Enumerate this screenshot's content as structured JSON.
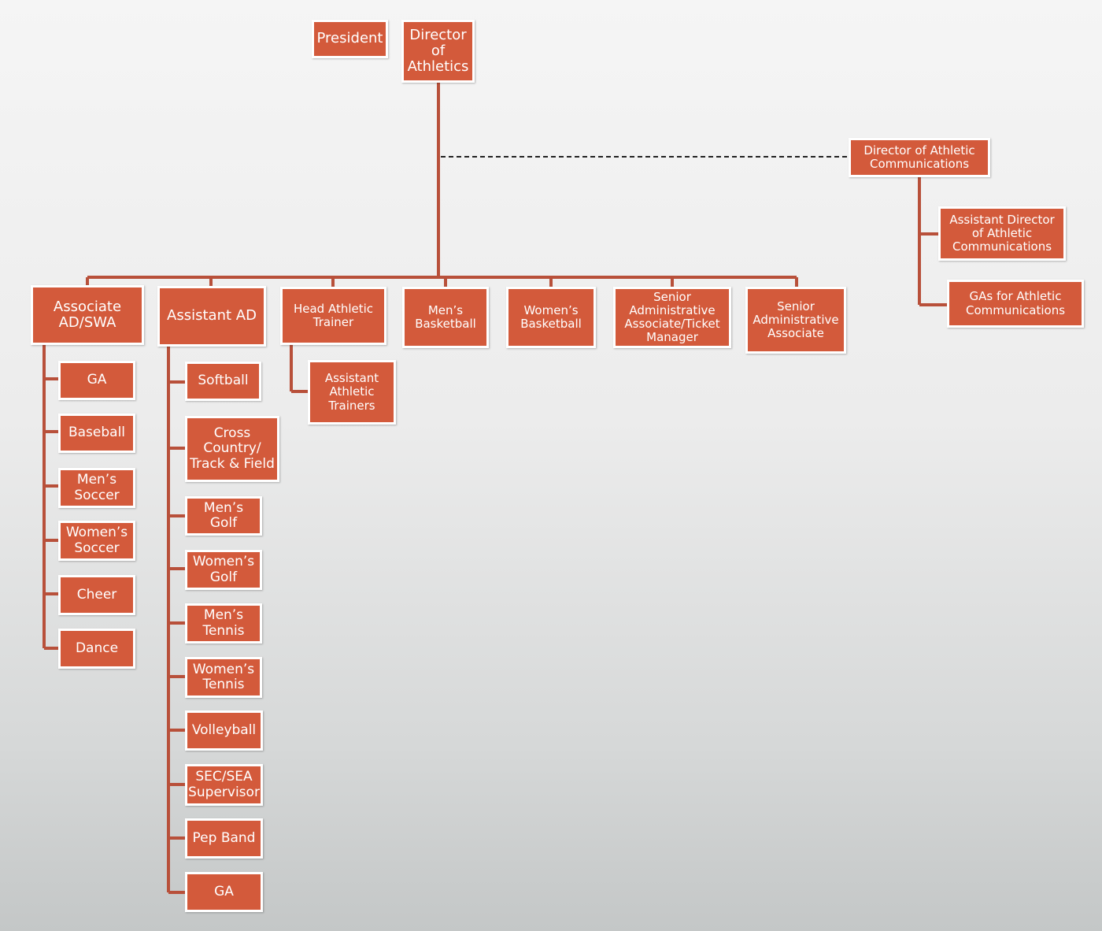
{
  "nodes": {
    "president": "President",
    "director": "Director of Athletics",
    "dir_comm": "Director of Athletic Communications",
    "asst_dir_comm": "Assistant Director of Athletic Communications",
    "gas_comm": "GAs for Athletic Communications",
    "assoc_ad": "Associate AD/SWA",
    "asst_ad": "Assistant AD",
    "head_trainer": "Head Athletic Trainer",
    "asst_trainers": "Assistant Athletic Trainers",
    "mens_bball": "Men’s Basketball",
    "womens_bball": "Women’s Basketball",
    "sr_admin_ticket": "Senior Administrative Associate/Ticket Manager",
    "sr_admin": "Senior Administrative Associate",
    "assoc_ga": "GA",
    "baseball": "Baseball",
    "mens_soccer": "Men’s Soccer",
    "womens_soccer": "Women’s Soccer",
    "cheer": "Cheer",
    "dance": "Dance",
    "softball": "Softball",
    "xc_track": "Cross Country/ Track & Field",
    "mens_golf": "Men’s Golf",
    "womens_golf": "Women’s Golf",
    "mens_tennis": "Men’s Tennis",
    "womens_tennis": "Women’s Tennis",
    "volleyball": "Volleyball",
    "sec_sea": "SEC/SEA Supervisor",
    "pep_band": "Pep Band",
    "asst_ga": "GA"
  },
  "colors": {
    "box_fill": "#d35a3b",
    "connector": "#b8503a",
    "text": "#ffffff"
  }
}
